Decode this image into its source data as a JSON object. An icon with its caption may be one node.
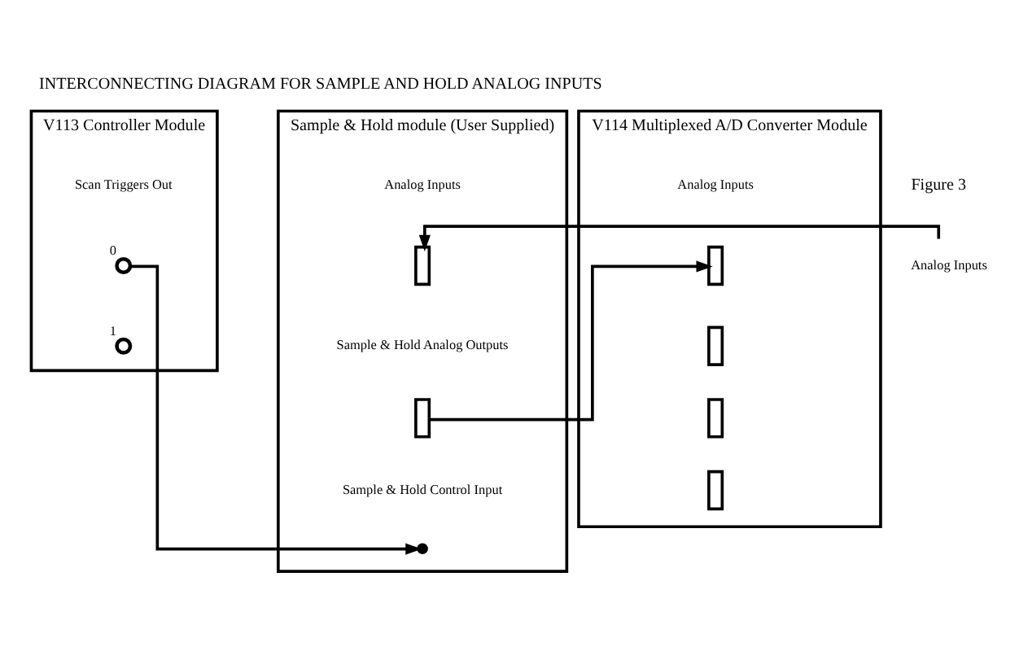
{
  "diagram": {
    "title": "INTERCONNECTING DIAGRAM FOR SAMPLE AND HOLD ANALOG INPUTS",
    "caption": "Figure 3",
    "nodes": [
      {
        "text": [
          "V113 Controller Module"
        ]
      },
      {
        "text": [
          "Scan Triggers Out"
        ],
        "in": 0
      },
      {
        "text": [],
        "shape": "circle",
        "in": 0,
        "beside": [
          "0"
        ]
      },
      {
        "text": [],
        "shape": "circle",
        "in": 0,
        "beside": [
          "1"
        ]
      },
      {
        "text": [
          "V114 Multiplexed A/D Converter Module"
        ]
      },
      {
        "text": [
          "Analog Inputs"
        ],
        "in": 4
      },
      {
        "text": [],
        "shape": "box",
        "in": 4
      },
      {
        "text": [],
        "shape": "box",
        "in": 4
      },
      {
        "text": [],
        "shape": "box",
        "in": 4
      },
      {
        "text": [],
        "shape": "box",
        "in": 4
      },
      {
        "text": [
          "Sample & Hold module (User Supplied)"
        ]
      },
      {
        "text": [
          "Analog Inputs"
        ],
        "in": 10
      },
      {
        "text": [],
        "shape": "box",
        "in": 10
      },
      {
        "text": [
          "Sample & Hold Analog Outputs"
        ],
        "in": 10
      },
      {
        "text": [],
        "shape": "box",
        "in": 10
      },
      {
        "text": [
          "Sample & Hold Control Input"
        ],
        "in": 10
      },
      {
        "text": [],
        "shape": "dot",
        "in": 10
      },
      {
        "text": [
          "Analog Inputs"
        ]
      }
    ],
    "edges": [
      {
        "from": 17,
        "to": 12,
        "arrow": "to"
      },
      {
        "from": 14,
        "to": 6,
        "arrow": "to"
      },
      {
        "from": 2,
        "to": 16,
        "arrow": "to"
      }
    ]
  }
}
